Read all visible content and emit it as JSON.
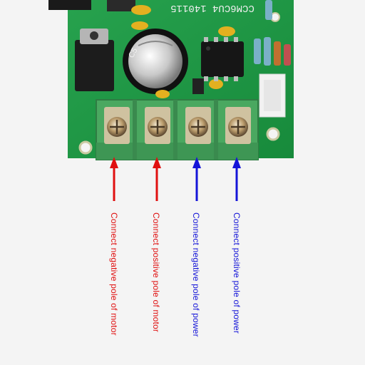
{
  "board": {
    "silkscreen": "CCM6CU4 140115",
    "capacitor_marking": "C5"
  },
  "labels": [
    {
      "text": "Connect negative pole of motor",
      "color": "#e01010"
    },
    {
      "text": "Connect positive pole of motor",
      "color": "#e01010"
    },
    {
      "text": "Connect negative pole of power",
      "color": "#1414d8"
    },
    {
      "text": "Connect positive pole of power",
      "color": "#1414d8"
    }
  ],
  "colors": {
    "pcb_green": "#1f9a45",
    "terminal_green": "#4aa860",
    "motor_arrow": "#e01010",
    "power_arrow": "#1414d8"
  }
}
